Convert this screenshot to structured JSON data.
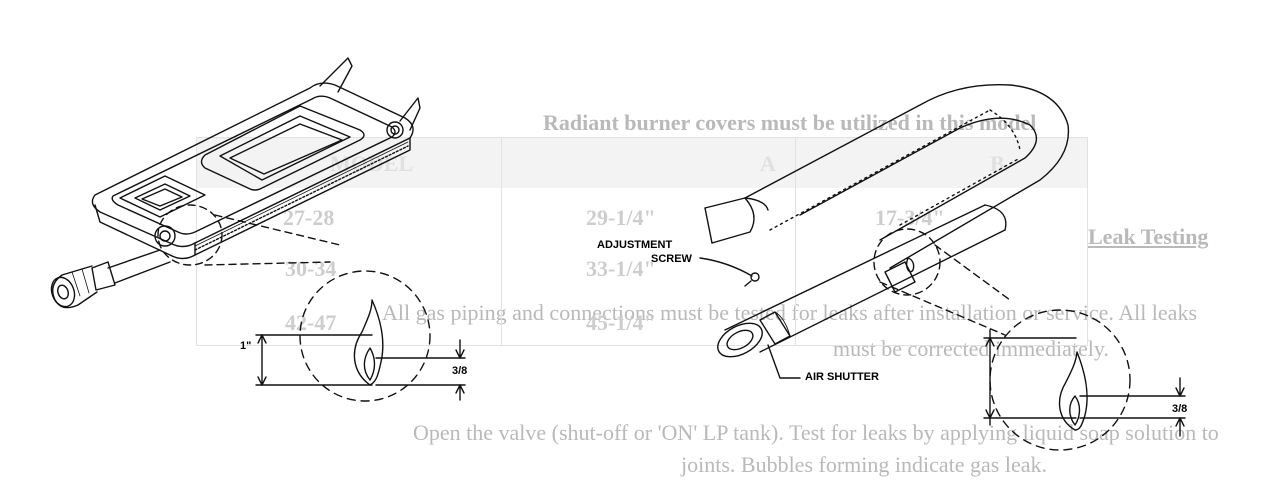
{
  "bleed_text": {
    "heading": "Radiant burner covers must be utilized in this model",
    "leak_heading": "Leak Testing",
    "para1_line1": "All gas piping and connections must be tested for leaks after installation or service.  All leaks",
    "para1_line2": "must be corrected immediately.",
    "para2_line1": "Open the valve (shut-off or 'ON' LP tank).  Test for leaks by applying liquid soap solution to",
    "para2_line2": "joints.  Bubbles forming indicate gas leak."
  },
  "table": {
    "header": [
      "MODEL",
      "A",
      "B"
    ],
    "rows": [
      [
        "27-28",
        "29-1/4\"",
        "17-3/4\""
      ],
      [
        "30-34",
        "33-1/4\"",
        ""
      ],
      [
        "42-47",
        "45-1/4\"",
        ""
      ]
    ]
  },
  "left_burner": {
    "flame_height_label": "1\"",
    "inner_cone_label": "3/8"
  },
  "right_burner": {
    "adjustment_screw_label_1": "ADJUSTMENT",
    "adjustment_screw_label_2": "SCREW",
    "air_shutter_label": "AIR SHUTTER",
    "inner_cone_label": "3/8"
  }
}
